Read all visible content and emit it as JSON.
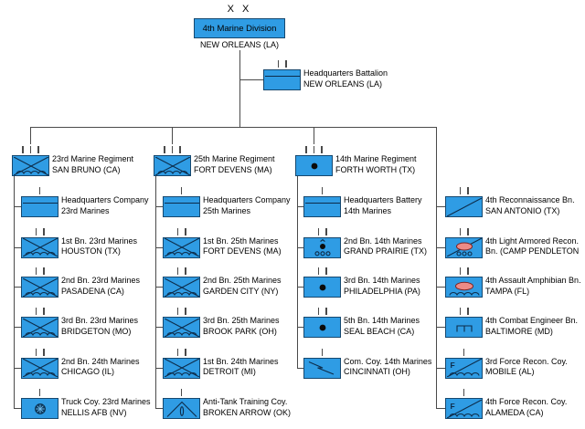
{
  "division": {
    "echelon": "X X",
    "name": "4th Marine Division",
    "location": "NEW ORLEANS (LA)"
  },
  "hq_battalion": {
    "name": "Headquarters Battalion",
    "location": "NEW ORLEANS (LA)",
    "symbol": "hq",
    "echelon": "II"
  },
  "columns": [
    {
      "regiment": {
        "name": "23rd Marine Regiment",
        "location": "SAN BRUNO (CA)",
        "symbol": "infantry",
        "echelon": "III"
      },
      "units": [
        {
          "name": "Headquarters Company",
          "location": "23rd Marines",
          "symbol": "hq",
          "echelon": "I"
        },
        {
          "name": "1st Bn. 23rd Marines",
          "location": "HOUSTON (TX)",
          "symbol": "infantry",
          "echelon": "II"
        },
        {
          "name": "2nd Bn. 23rd Marines",
          "location": "PASADENA (CA)",
          "symbol": "infantry",
          "echelon": "II"
        },
        {
          "name": "3rd Bn. 23rd Marines",
          "location": "BRIDGETON (MO)",
          "symbol": "infantry",
          "echelon": "II"
        },
        {
          "name": "2nd Bn. 24th Marines",
          "location": "CHICAGO (IL)",
          "symbol": "infantry",
          "echelon": "II"
        },
        {
          "name": "Truck Coy. 23rd Marines",
          "location": "NELLIS AFB (NV)",
          "symbol": "truck",
          "echelon": "I"
        }
      ]
    },
    {
      "regiment": {
        "name": "25th Marine Regiment",
        "location": "FORT DEVENS (MA)",
        "symbol": "infantry",
        "echelon": "III"
      },
      "units": [
        {
          "name": "Headquarters Company",
          "location": "25th Marines",
          "symbol": "hq",
          "echelon": "I"
        },
        {
          "name": "1st Bn. 25th Marines",
          "location": "FORT DEVENS (MA)",
          "symbol": "infantry",
          "echelon": "II"
        },
        {
          "name": "2nd Bn. 25th Marines",
          "location": "GARDEN CITY (NY)",
          "symbol": "infantry",
          "echelon": "II"
        },
        {
          "name": "3rd Bn. 25th Marines",
          "location": "BROOK PARK (OH)",
          "symbol": "infantry",
          "echelon": "II"
        },
        {
          "name": "1st Bn. 24th Marines",
          "location": "DETROIT (MI)",
          "symbol": "infantry",
          "echelon": "II"
        },
        {
          "name": "Anti-Tank Training Coy.",
          "location": "BROKEN ARROW (OK)",
          "symbol": "antitank",
          "echelon": "I"
        }
      ]
    },
    {
      "regiment": {
        "name": "14th Marine Regiment",
        "location": "FORTH WORTH (TX)",
        "symbol": "artillery",
        "echelon": "III"
      },
      "units": [
        {
          "name": "Headquarters Battery",
          "location": "14th Marines",
          "symbol": "hq",
          "echelon": "I"
        },
        {
          "name": "2nd Bn. 14th Marines",
          "location": "GRAND PRAIRIE (TX)",
          "symbol": "artillery-wheeled",
          "echelon": "II"
        },
        {
          "name": "3rd Bn. 14th Marines",
          "location": "PHILADELPHIA (PA)",
          "symbol": "artillery",
          "echelon": "II"
        },
        {
          "name": "5th Bn. 14th Marines",
          "location": "SEAL BEACH (CA)",
          "symbol": "artillery",
          "echelon": "II"
        },
        {
          "name": "Com. Coy. 14th Marines",
          "location": "CINCINNATI (OH)",
          "symbol": "signal",
          "echelon": "I"
        }
      ]
    },
    {
      "units": [
        {
          "name": "4th Reconnaissance Bn.",
          "location": "SAN ANTONIO (TX)",
          "symbol": "recon",
          "echelon": "II"
        },
        {
          "name": "4th Light Armored Recon.",
          "location": "Bn. (CAMP PENDLETON",
          "symbol": "lar",
          "echelon": "II"
        },
        {
          "name": "4th Assault Amphibian Bn.",
          "location": "TAMPA (FL)",
          "symbol": "amphib",
          "echelon": "II"
        },
        {
          "name": "4th Combat Engineer Bn.",
          "location": "BALTIMORE (MD)",
          "symbol": "engineer",
          "echelon": "II"
        },
        {
          "name": "3rd Force Recon. Coy.",
          "location": "MOBILE (AL)",
          "symbol": "force-recon",
          "echelon": "I"
        },
        {
          "name": "4th Force Recon. Coy.",
          "location": "ALAMEDA (CA)",
          "symbol": "force-recon",
          "echelon": "I"
        }
      ]
    }
  ],
  "symbols_legend": {
    "infantry": "box with crossed diagonals and wave (marine infantry)",
    "hq": "box with horizontal bar near top (headquarters)",
    "artillery": "box with solid black dot",
    "artillery-wheeled": "black dot with caret above and three wheels below",
    "signal": "zigzag flash (communications)",
    "truck": "dark wheel with spokes (motor transport)",
    "antitank": "upward chevron with vertical oval",
    "recon": "single diagonal (reconnaissance)",
    "lar": "diagonal, red armor ellipse and wheels",
    "amphib": "red armor ellipse over wave",
    "engineer": "top bar with three downward legs",
    "force-recon": "letter F, diagonal and wave"
  },
  "colors": {
    "unit_fill": "#2f9ce4",
    "unit_border": "#16486f",
    "symbol_stroke": "#0d2c4a",
    "armor_pink": "#ec8b86",
    "connector_line": "#4a4a4a",
    "text": "#000000"
  }
}
